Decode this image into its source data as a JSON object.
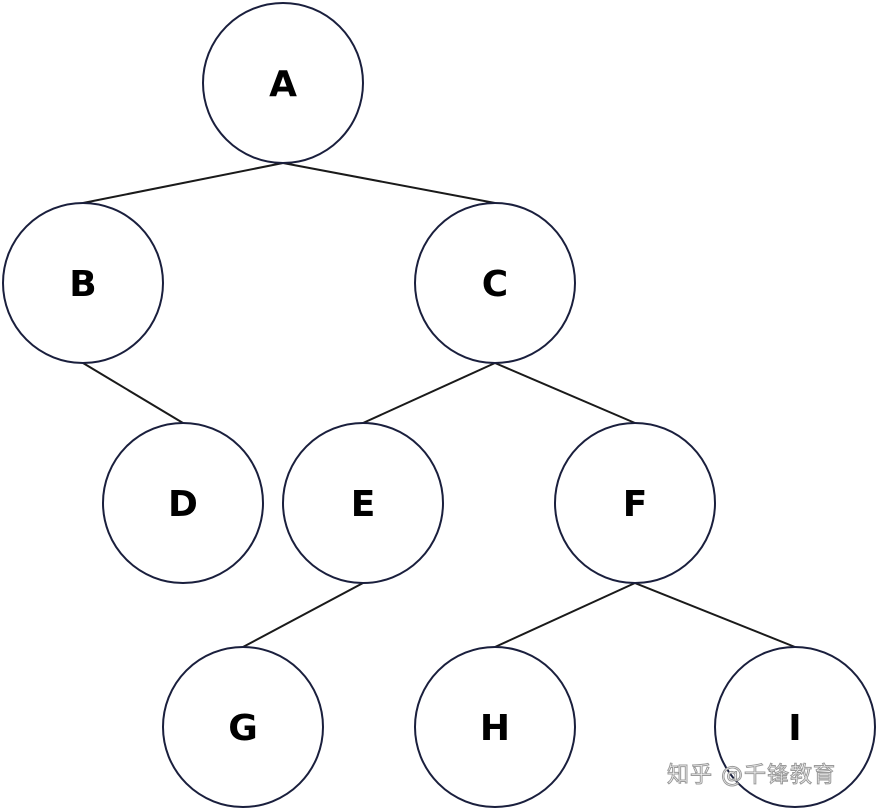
{
  "diagram": {
    "type": "binary-tree",
    "nodes": [
      {
        "id": "A",
        "label": "A"
      },
      {
        "id": "B",
        "label": "B"
      },
      {
        "id": "C",
        "label": "C"
      },
      {
        "id": "D",
        "label": "D"
      },
      {
        "id": "E",
        "label": "E"
      },
      {
        "id": "F",
        "label": "F"
      },
      {
        "id": "G",
        "label": "G"
      },
      {
        "id": "H",
        "label": "H"
      },
      {
        "id": "I",
        "label": "I"
      }
    ],
    "edges": [
      [
        "A",
        "B"
      ],
      [
        "A",
        "C"
      ],
      [
        "B",
        "D"
      ],
      [
        "C",
        "E"
      ],
      [
        "C",
        "F"
      ],
      [
        "E",
        "G"
      ],
      [
        "F",
        "H"
      ],
      [
        "F",
        "I"
      ]
    ],
    "colors": {
      "node_stroke": "#1a1f3d",
      "edge": "#1a1a1a",
      "label": "#000000"
    }
  },
  "watermark": "知乎 @千锋教育"
}
